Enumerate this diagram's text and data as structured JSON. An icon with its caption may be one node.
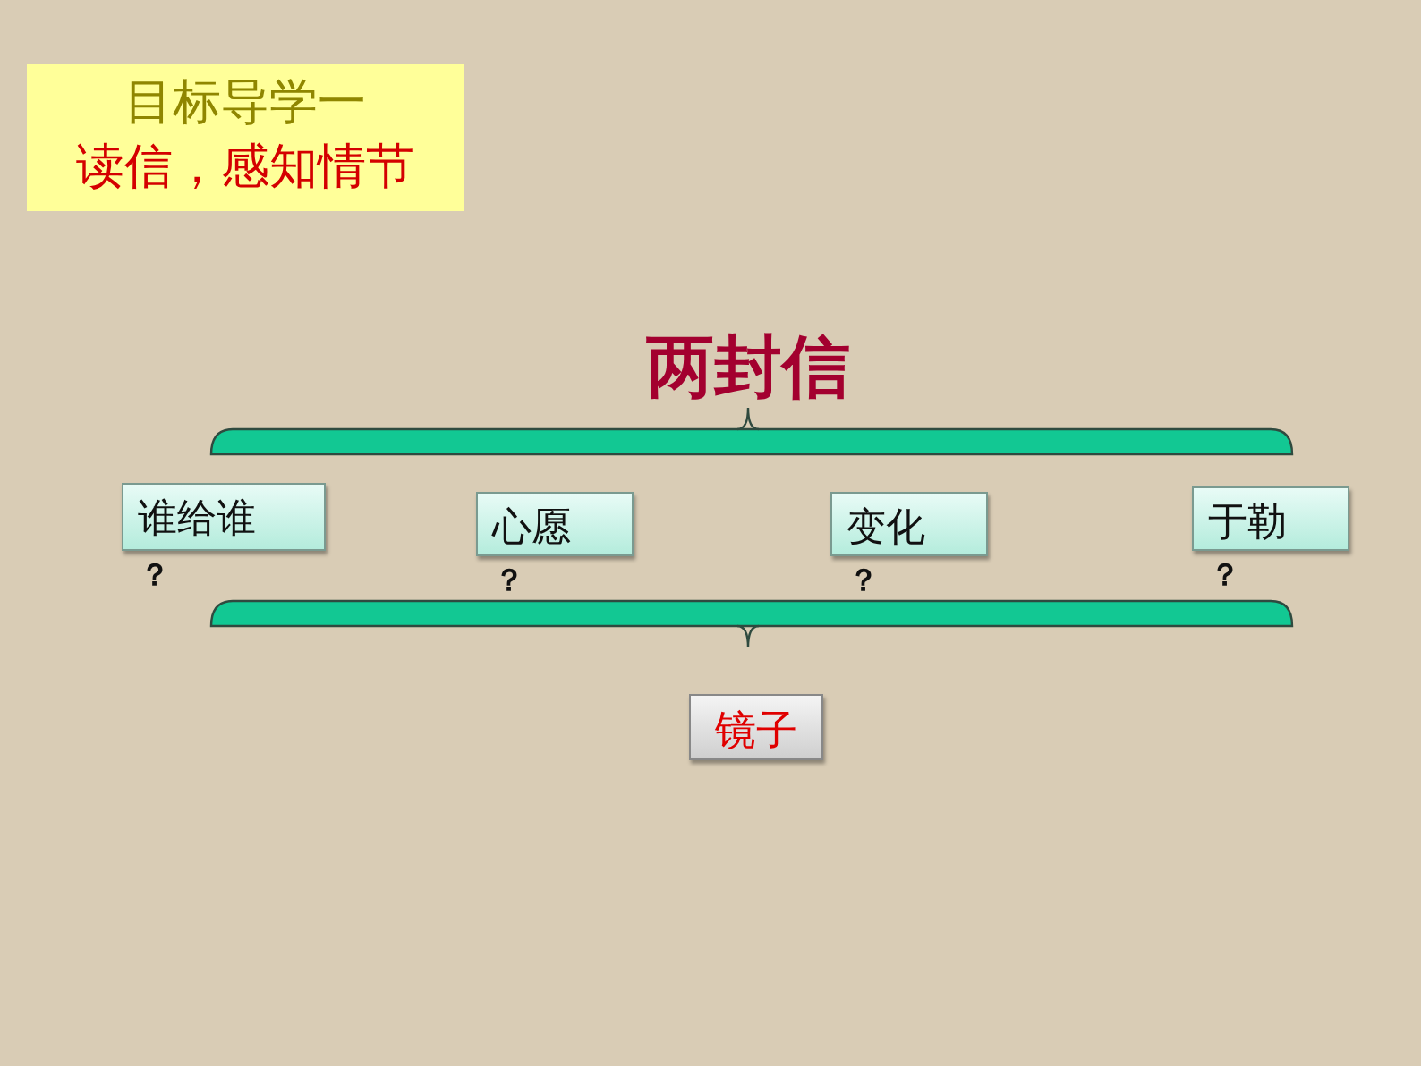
{
  "diagram": {
    "title": "两封信",
    "nodes": [
      {
        "text": [
          "目标导学一",
          "读信，感知情节"
        ]
      },
      {
        "text": [
          "谁给谁"
        ],
        "beside": [
          "？"
        ]
      },
      {
        "text": [
          "心愿"
        ],
        "beside": [
          "？"
        ]
      },
      {
        "text": [
          "变化"
        ],
        "beside": [
          "？"
        ]
      },
      {
        "text": [
          "于勒"
        ],
        "beside": [
          "？"
        ]
      },
      {
        "text": [
          "镜子"
        ]
      }
    ]
  }
}
